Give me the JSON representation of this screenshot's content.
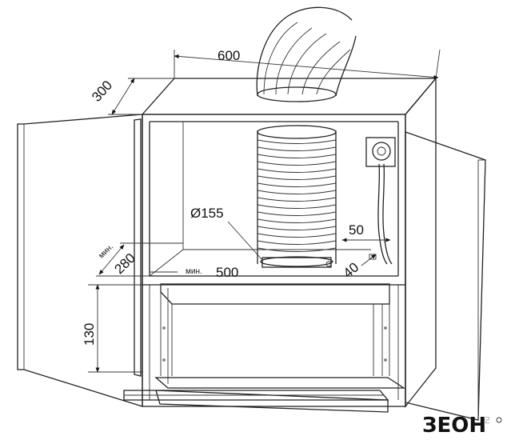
{
  "dimensions": {
    "width": "600",
    "depth": "300",
    "duct_diameter": "Ø155",
    "offset_side": "50",
    "offset_rear": "40",
    "inner_width_prefix": "мин.",
    "inner_width": "500",
    "inner_depth_prefix": "мин.",
    "inner_depth": "280",
    "height": "130"
  },
  "brand": {
    "logo": "ЗЕОН",
    "suffix": "ru"
  }
}
